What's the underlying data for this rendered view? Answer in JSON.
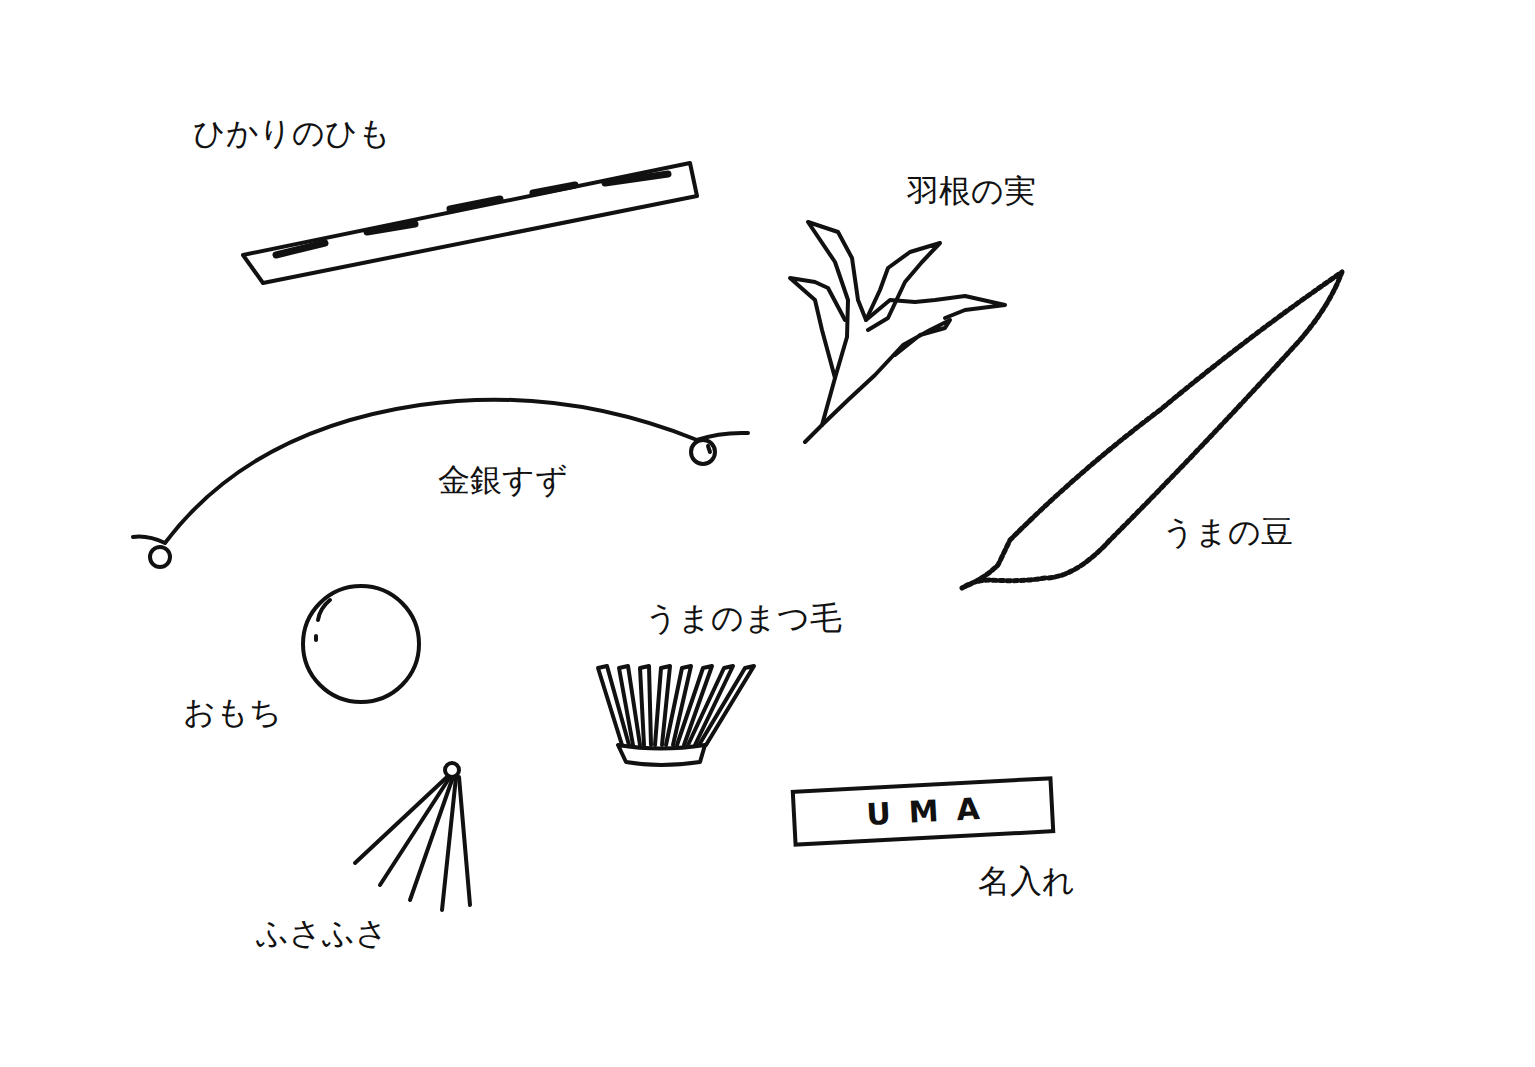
{
  "diagram": {
    "nodes": [
      {
        "text": [
          "UMA"
        ]
      }
    ],
    "labels": [
      "ひかりのひも",
      "羽根の実",
      "金銀すず",
      "うまの豆",
      "うまのまつ毛",
      "おもち",
      "名入れ",
      "ふさふさ"
    ]
  }
}
